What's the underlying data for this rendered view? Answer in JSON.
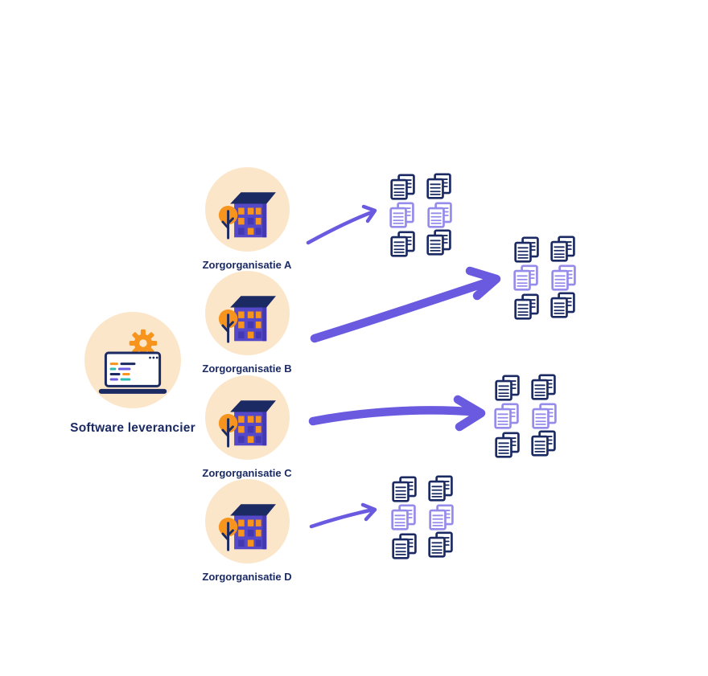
{
  "diagram": {
    "language": "nl",
    "description": "Software supplier delivering to care organizations which each produce sets of documents"
  },
  "supplier": {
    "label": "Software leverancier"
  },
  "organizations": [
    {
      "label": "Zorgorganisatie A"
    },
    {
      "label": "Zorgorganisatie B"
    },
    {
      "label": "Zorgorganisatie C"
    },
    {
      "label": "Zorgorganisatie D"
    }
  ],
  "document_clusters": [
    {
      "organization": "Zorgorganisatie A",
      "rows": [
        "dark",
        "light",
        "dark"
      ],
      "docs_per_row": 2
    },
    {
      "organization": "Zorgorganisatie B",
      "rows": [
        "dark",
        "light",
        "dark"
      ],
      "docs_per_row": 2
    },
    {
      "organization": "Zorgorganisatie C",
      "rows": [
        "dark",
        "light",
        "dark"
      ],
      "docs_per_row": 2
    },
    {
      "organization": "Zorgorganisatie D",
      "rows": [
        "dark",
        "light",
        "dark"
      ],
      "docs_per_row": 2
    }
  ],
  "arrows": [
    {
      "from": "Zorgorganisatie A",
      "to": "document-cluster-a",
      "style": "thin"
    },
    {
      "from": "Zorgorganisatie B",
      "to": "document-cluster-b",
      "style": "thick"
    },
    {
      "from": "Zorgorganisatie C",
      "to": "document-cluster-c",
      "style": "thick"
    },
    {
      "from": "Zorgorganisatie D",
      "to": "document-cluster-d",
      "style": "thin"
    }
  ],
  "colors": {
    "background": "#ffffff",
    "circle_bg": "#fbe6c9",
    "navy": "#1b2a63",
    "orange": "#f7941d",
    "building_purple": "#5549c9",
    "building_purple_dark": "#4338b0",
    "arrow": "#6a5ae0",
    "doc_light": "#958beb",
    "teal": "#2bbcb4"
  }
}
